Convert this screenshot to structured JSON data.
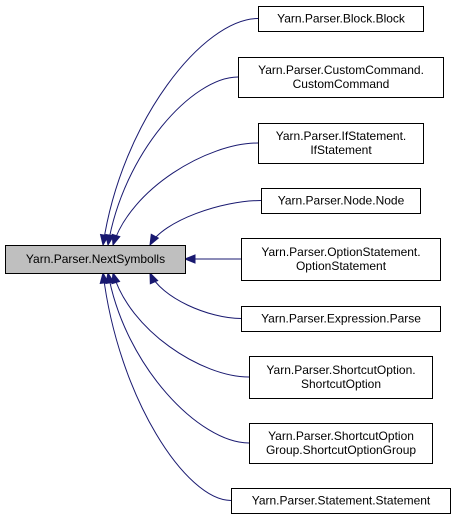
{
  "colors": {
    "source_fill": "#bfbfbf",
    "target_fill": "#ffffff",
    "edge": "#191970",
    "border": "#000000"
  },
  "source": {
    "lines": [
      "Yarn.Parser.NextSymbolls"
    ]
  },
  "targets": [
    {
      "lines": [
        "Yarn.Parser.Block.Block"
      ]
    },
    {
      "lines": [
        "Yarn.Parser.CustomCommand.",
        "CustomCommand"
      ]
    },
    {
      "lines": [
        "Yarn.Parser.IfStatement.",
        "IfStatement"
      ]
    },
    {
      "lines": [
        "Yarn.Parser.Node.Node"
      ]
    },
    {
      "lines": [
        "Yarn.Parser.OptionStatement.",
        "OptionStatement"
      ]
    },
    {
      "lines": [
        "Yarn.Parser.Expression.Parse"
      ]
    },
    {
      "lines": [
        "Yarn.Parser.ShortcutOption.",
        "ShortcutOption"
      ]
    },
    {
      "lines": [
        "Yarn.Parser.ShortcutOption",
        "Group.ShortcutOptionGroup"
      ]
    },
    {
      "lines": [
        "Yarn.Parser.Statement.Statement"
      ]
    }
  ]
}
